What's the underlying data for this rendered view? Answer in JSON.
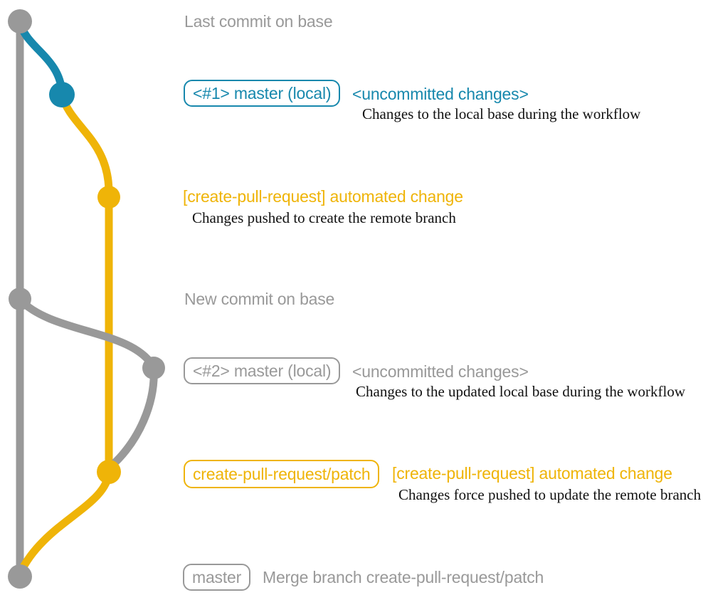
{
  "colors": {
    "teal": "#1788ad",
    "yellow": "#efb408",
    "gray": "#999999",
    "ink": "#111111"
  },
  "labels": {
    "last_commit": "Last commit on base",
    "new_commit": "New commit on base",
    "merge_commit": "Merge branch create-pull-request/patch"
  },
  "branch_tags": {
    "master_local_1": "<#1> master (local)",
    "master_local_2": "<#2> master (local)",
    "patch_branch": "create-pull-request/patch",
    "master": "master"
  },
  "messages": {
    "uncommitted_1": "<uncommitted changes>",
    "uncommitted_1_desc": "Changes to the local base during the workflow",
    "automated_1": "[create-pull-request] automated change",
    "automated_1_desc": "Changes pushed to create the remote branch",
    "uncommitted_2": "<uncommitted changes>",
    "uncommitted_2_desc": "Changes to the updated local base during the workflow",
    "automated_2": "[create-pull-request] automated change",
    "automated_2_desc": "Changes force pushed to update the remote branch"
  }
}
